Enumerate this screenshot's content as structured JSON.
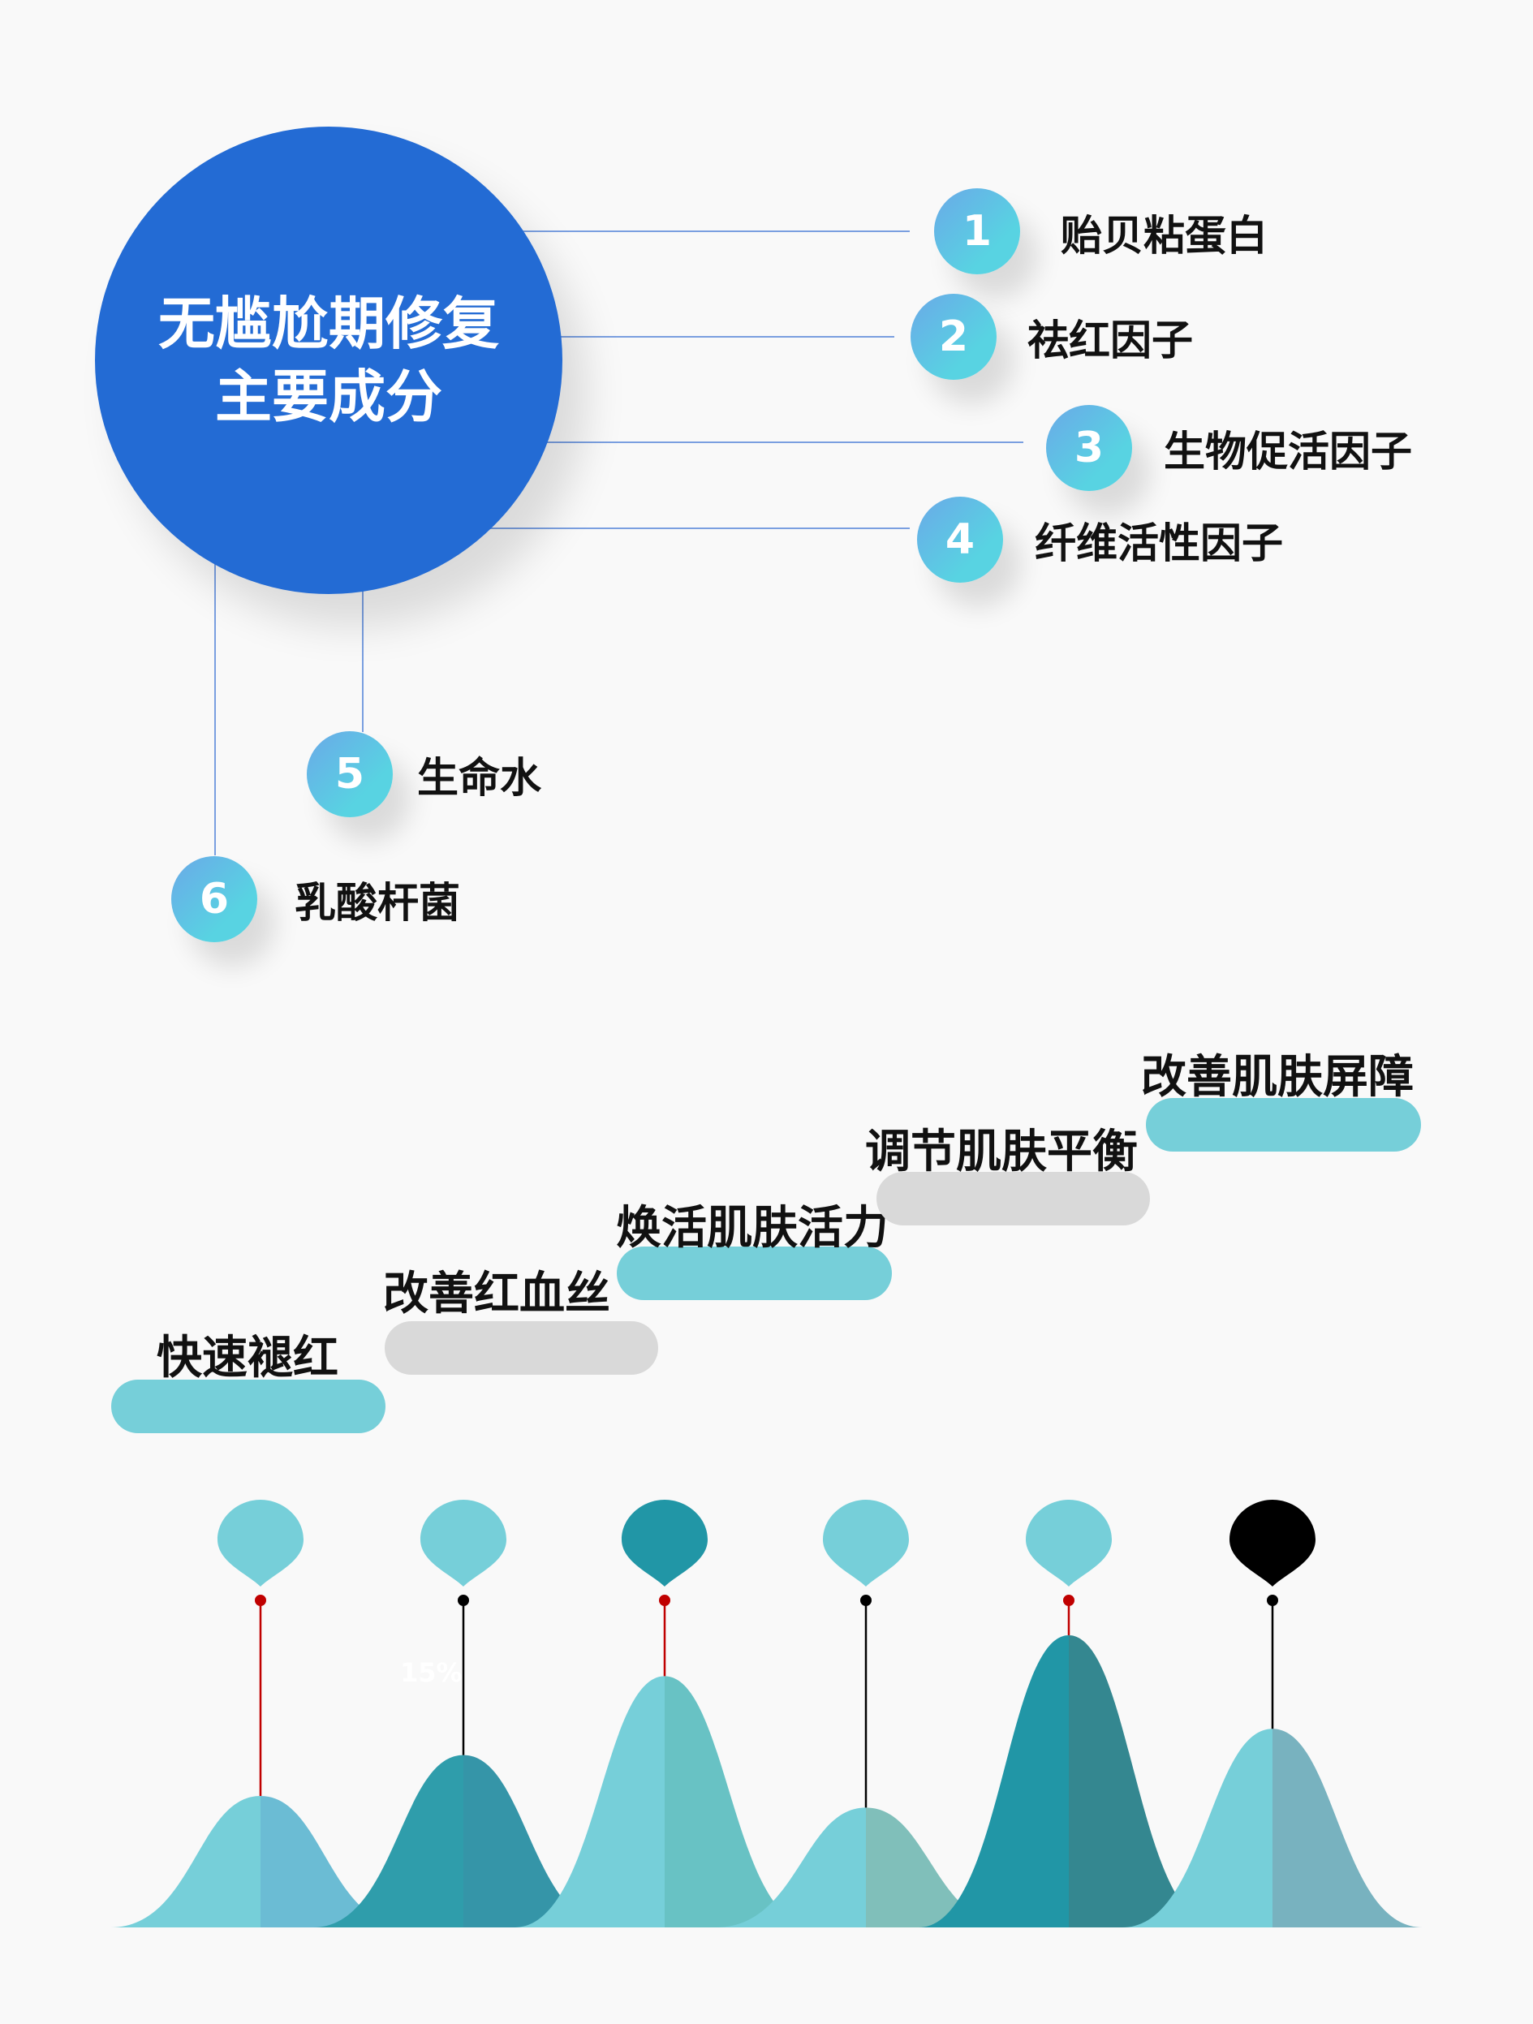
{
  "hub": {
    "title_line1": "无尴尬期修复",
    "title_line2": "主要成分",
    "color": "#236bd4"
  },
  "ingredients": [
    {
      "number": "1",
      "label": "贻贝粘蛋白"
    },
    {
      "number": "2",
      "label": "祛红因子"
    },
    {
      "number": "3",
      "label": "生物促活因子"
    },
    {
      "number": "4",
      "label": "纤维活性因子"
    },
    {
      "number": "5",
      "label": "生命水"
    },
    {
      "number": "6",
      "label": "乳酸杆菌"
    }
  ],
  "steps": [
    {
      "label": "快速褪红",
      "color": "#76cfd9"
    },
    {
      "label": "改善红血丝",
      "color": "#d9d9d9"
    },
    {
      "label": "焕活肌肤活力",
      "color": "#76cfd9"
    },
    {
      "label": "调节肌肤平衡",
      "color": "#d9d9d9"
    },
    {
      "label": "改善肌肤屏障",
      "color": "#76cfd9"
    }
  ],
  "peaks": [
    {
      "relative_height": 0.45,
      "pin_color": "#76cfd9",
      "stem_color": "#c00000",
      "left": "#76cfd9",
      "right": "#6bbcd4"
    },
    {
      "relative_height": 0.59,
      "pin_color": "#76cfd9",
      "stem_color": "#000000",
      "left": "#2f9dab",
      "right": "#3595a8"
    },
    {
      "relative_height": 0.86,
      "pin_color": "#2196a6",
      "stem_color": "#c00000",
      "left": "#76cfd9",
      "right": "#68c2c4"
    },
    {
      "relative_height": 0.41,
      "pin_color": "#76cfd9",
      "stem_color": "#000000",
      "left": "#76cfd9",
      "right": "#80bfba"
    },
    {
      "relative_height": 1.0,
      "pin_color": "#76cfd9",
      "stem_color": "#c00000",
      "left": "#2196a6",
      "right": "#348790"
    },
    {
      "relative_height": 0.68,
      "pin_color": "#000000",
      "stem_color": "#000000",
      "left": "#76cfd9",
      "right": "#78b2bf"
    }
  ],
  "hidden_label": "15%"
}
